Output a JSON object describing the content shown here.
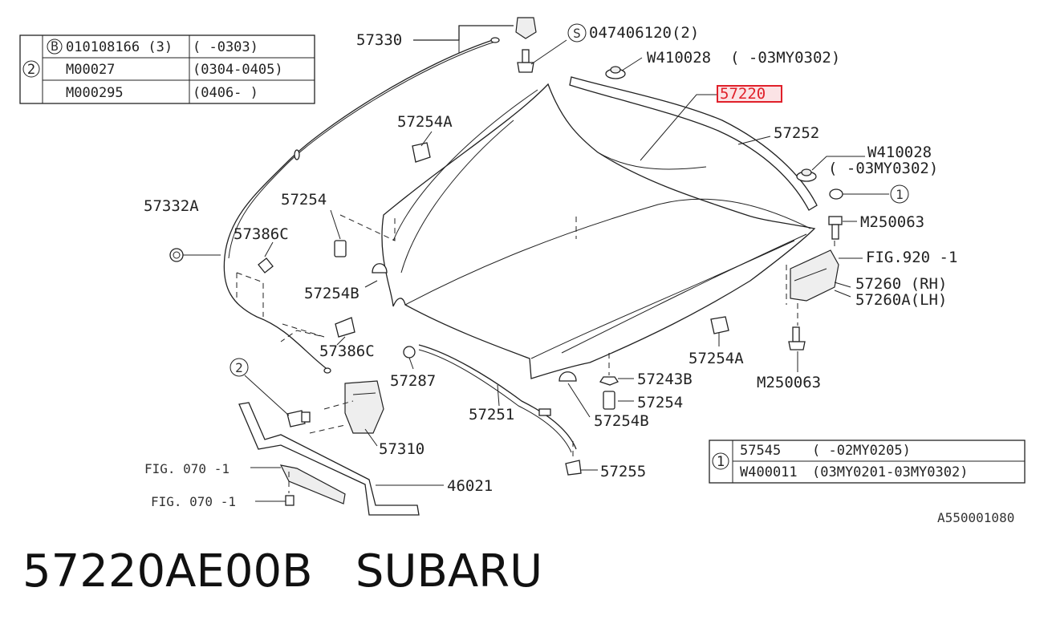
{
  "footer": {
    "part_number": "57220AE00B",
    "brand": "SUBARU"
  },
  "diagram_code": "A550001080",
  "table_2": {
    "marker": "2",
    "rows": [
      {
        "bolt_prefix": "B",
        "part": "010108166 (3)",
        "range": "(      -0303)"
      },
      {
        "bolt_prefix": "",
        "part": "M00027",
        "range": "(0304-0405)"
      },
      {
        "bolt_prefix": "",
        "part": "M000295",
        "range": "(0406-      )"
      }
    ]
  },
  "table_1": {
    "marker": "1",
    "rows": [
      {
        "part": "57545",
        "range": "(          -02MY0205)"
      },
      {
        "part": "W400011",
        "range": "(03MY0201-03MY0302)"
      }
    ]
  },
  "labels": {
    "l57330": "57330",
    "l047406120": "047406120(2)",
    "s_marker": "S",
    "w410028_a": "W410028",
    "w410028_a_range": "(       -03MY0302)",
    "l57220": "57220",
    "l57252": "57252",
    "w410028_b": "W410028",
    "w410028_b_range": "(       -03MY0302)",
    "marker1": "1",
    "m250063_top": "M250063",
    "fig920": "FIG.920 -1",
    "l57260": "57260 (RH)",
    "l57260a": "57260A(LH)",
    "l57254a_top": "57254A",
    "l57332a": "57332A",
    "l57254_left": "57254",
    "l57386c_top": "57386C",
    "l57254b_left": "57254B",
    "l57386c_bot": "57386C",
    "marker2": "2",
    "l57287": "57287",
    "l57251": "57251",
    "l57254a_right": "57254A",
    "m250063_bot": "M250063",
    "l57243b": "57243B",
    "l57254_right": "57254",
    "l57254b_bot": "57254B",
    "l57310": "57310",
    "fig070_a": "FIG. 070 -1",
    "fig070_b": "FIG. 070 -1",
    "l46021": "46021",
    "l57255": "57255"
  }
}
